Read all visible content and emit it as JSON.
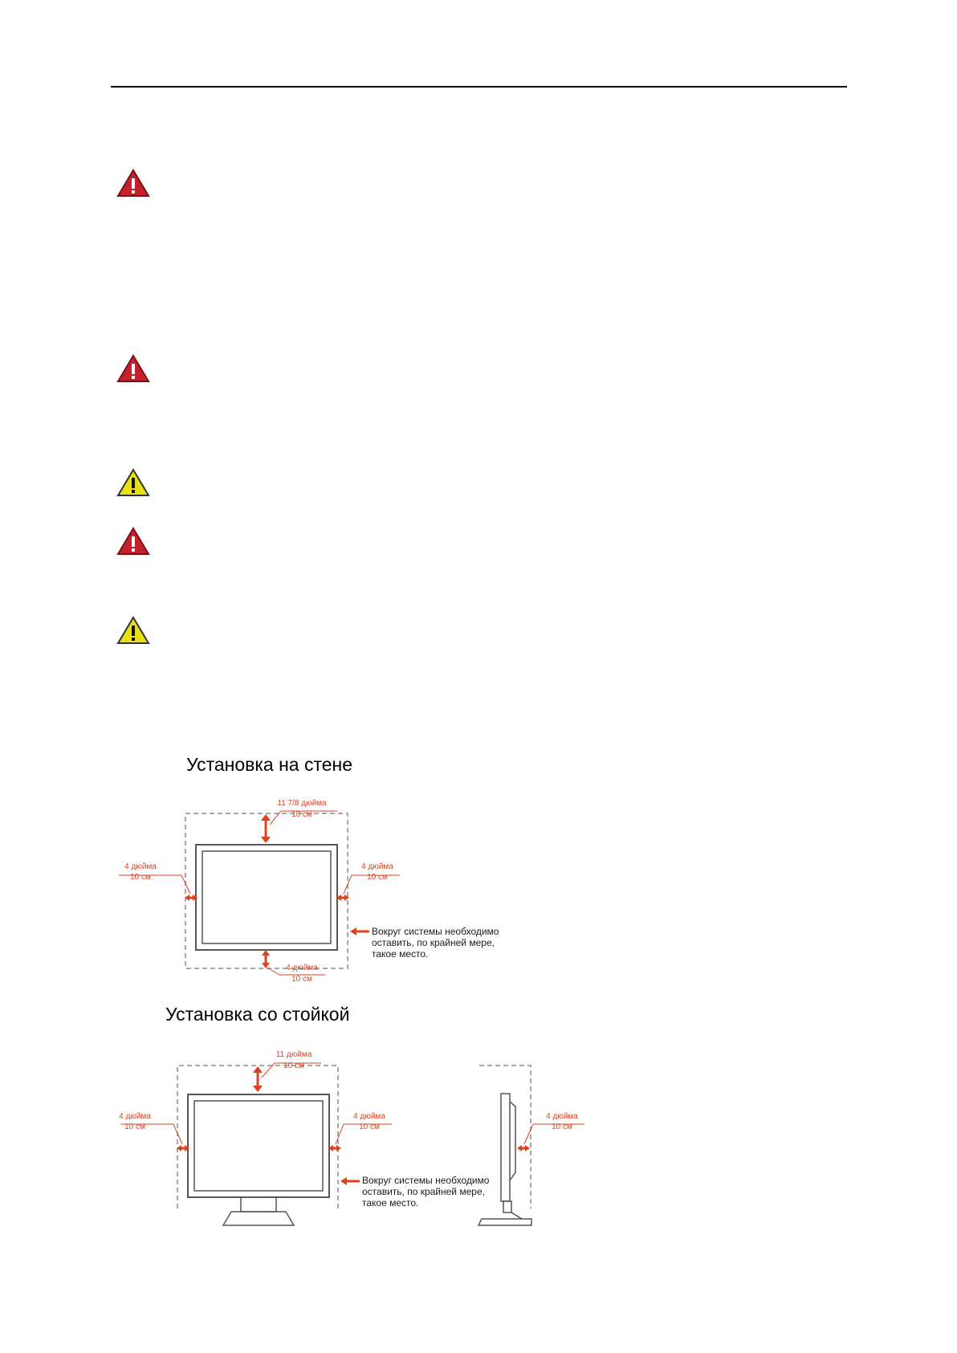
{
  "colors": {
    "rule": "#000000",
    "danger_icon": "#c8202a",
    "caution_icon": "#e8e010",
    "dimension": "#e0401a",
    "outline": "#555555",
    "clearance": "#8a8a8a"
  },
  "icons": [
    {
      "name": "danger-warning-icon",
      "kind": "danger"
    },
    {
      "name": "danger-warning-icon",
      "kind": "danger"
    },
    {
      "name": "caution-warning-icon",
      "kind": "caution"
    },
    {
      "name": "danger-warning-icon",
      "kind": "danger"
    },
    {
      "name": "caution-warning-icon",
      "kind": "caution"
    }
  ],
  "wall": {
    "title": "Установка на стене",
    "top_in": "11 7/8 дюйма",
    "top_cm": "10 см",
    "left_in": "4 дюйма",
    "left_cm": "10 см",
    "right_in": "4 дюйма",
    "right_cm": "10 см",
    "bottom_in": "4 дюйма",
    "bottom_cm": "10 см",
    "note_line1": "Вокруг системы необходимо",
    "note_line2": "оставить, по крайней мере,",
    "note_line3": "такое место."
  },
  "stand": {
    "title": "Установка со стойкой",
    "top_in": "11 дюйма",
    "top_cm": "10 см",
    "left_in": "4 дюйма",
    "left_cm": "10 см",
    "right_in": "4 дюйма",
    "right_cm": "10 см",
    "side_in": "4 дюйма",
    "side_cm": "10 см",
    "note_line1": "Вокруг системы необходимо",
    "note_line2": "оставить, по крайней мере,",
    "note_line3": "такое место."
  }
}
